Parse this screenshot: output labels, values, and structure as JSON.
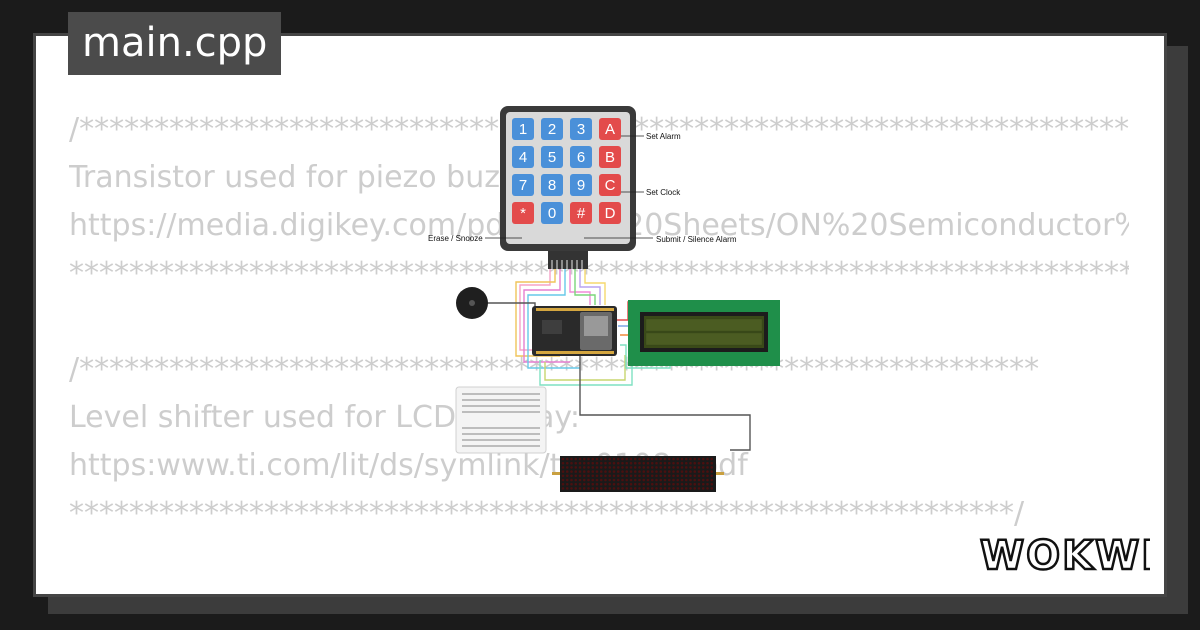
{
  "editor": {
    "tab_label": "main.cpp",
    "code_lines": [
      "/**************************************************************************",
      "Transistor used for piezo buzzer:",
      "https://media.digikey.com/pdf/Data%20Sheets/ON%20Semiconductor%20PDFs/2N3904.pdf",
      "***************************************************************************",
      "",
      "/****************************************************************",
      "Level shifter used for LCD display:",
      "https:www.ti.com/lit/ds/symlink/txs0108e.pdf",
      "***************************************************************/",
      "",
      "/****************************"
    ]
  },
  "diagram": {
    "keypad": {
      "keys": [
        "1",
        "2",
        "3",
        "A",
        "4",
        "5",
        "6",
        "B",
        "7",
        "8",
        "9",
        "C",
        "*",
        "0",
        "#",
        "D"
      ],
      "colors": {
        "number": "#4a90d9",
        "letter": "#e34b4b",
        "body": "#3a3a3a"
      }
    },
    "labels": {
      "set_alarm": "Set Alarm",
      "set_clock": "Set Clock",
      "erase_snooze": "Erase / Snooze",
      "submit_silence": "Submit / Silence Alarm"
    },
    "colors": {
      "lcd_board": "#1f8f4a",
      "lcd_screen": "#3a4a18"
    }
  },
  "brand": {
    "logo_text": "WOKWI"
  }
}
